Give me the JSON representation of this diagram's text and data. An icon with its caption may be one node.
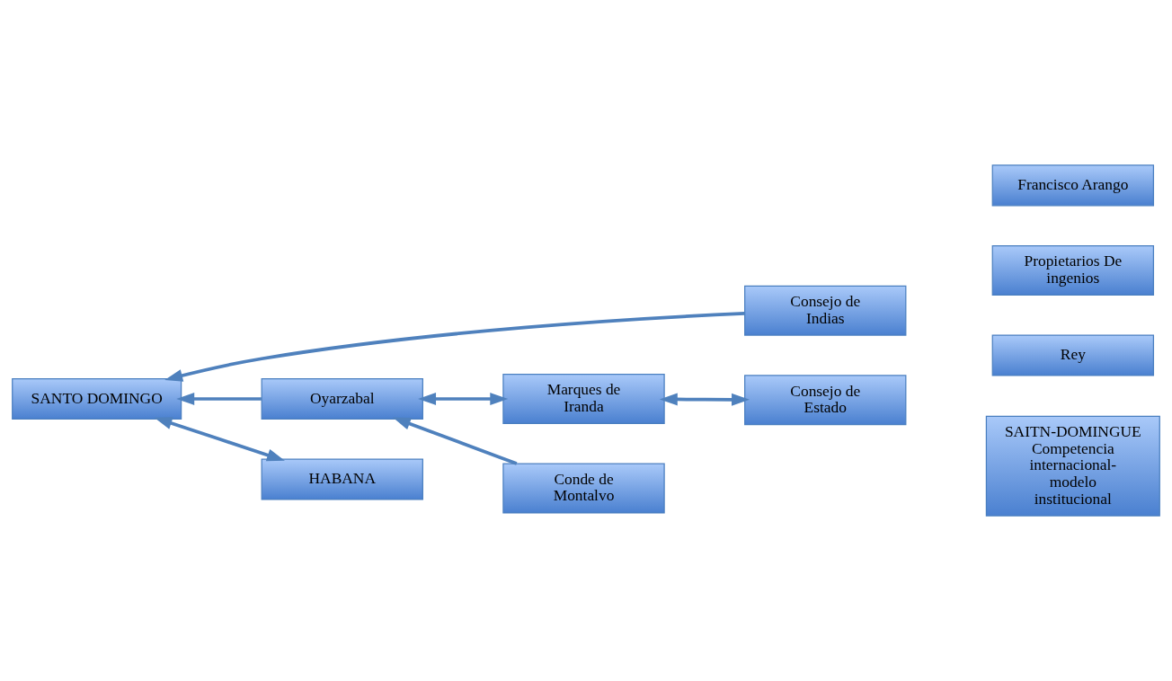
{
  "diagram": {
    "nodes": [
      {
        "text": [
          "SAITN-DOMINGUE Competencia internacional-modelo institucional"
        ]
      },
      {
        "text": [
          "Rey"
        ]
      },
      {
        "text": [
          "Consejo de Indias"
        ]
      },
      {
        "text": [
          "Consejo de Estado"
        ]
      },
      {
        "text": [
          "HABANA"
        ]
      },
      {
        "text": [
          "SANTO DOMINGO"
        ]
      },
      {
        "text": [
          "Marques de Iranda"
        ]
      },
      {
        "text": [
          "Propietarios De ingenios"
        ]
      },
      {
        "text": [
          "Francisco Arango"
        ]
      },
      {
        "text": [
          "Oyarzabal"
        ]
      },
      {
        "text": [
          "Conde de Montalvo"
        ]
      }
    ],
    "edges": [
      {
        "from": 2,
        "to": 5,
        "arrow": "to"
      },
      {
        "from": 4,
        "to": 5,
        "arrow": "both"
      },
      {
        "from": 3,
        "to": 6,
        "arrow": "both"
      },
      {
        "from": 6,
        "to": 9,
        "arrow": "both"
      },
      {
        "from": 9,
        "to": 5,
        "arrow": "to"
      },
      {
        "from": 10,
        "to": 9,
        "arrow": "to"
      }
    ]
  }
}
